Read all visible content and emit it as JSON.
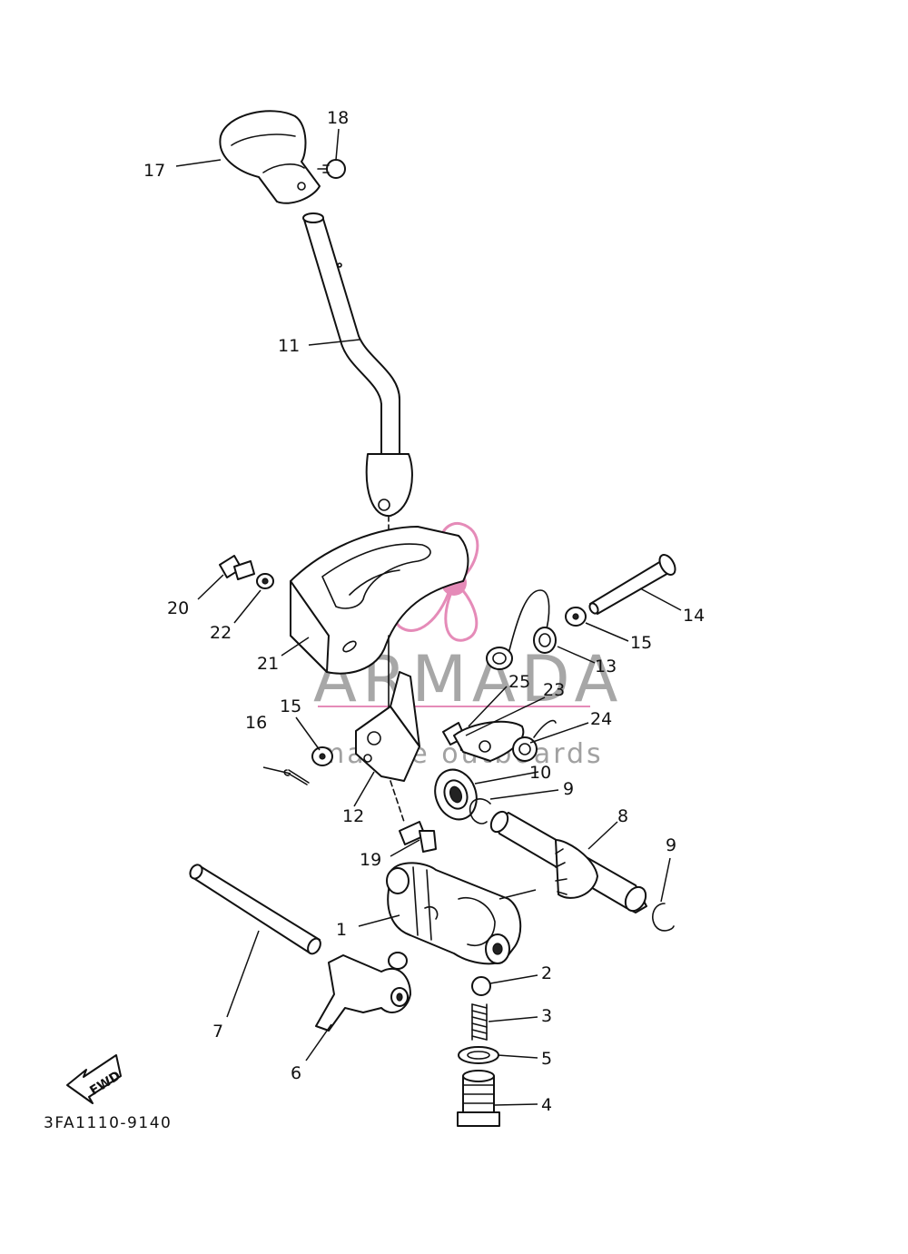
{
  "diagram_code": "3FA1110-9140",
  "fwd_label": "FWD",
  "watermark": {
    "brand": "ARMADA",
    "tagline": "marine outboards",
    "accent_color": "#e58bb8",
    "text_color": "#8a8a8a"
  },
  "callouts": [
    {
      "id": "p1",
      "text": "1"
    },
    {
      "id": "p2",
      "text": "2"
    },
    {
      "id": "p3",
      "text": "3"
    },
    {
      "id": "p4",
      "text": "4"
    },
    {
      "id": "p5",
      "text": "5"
    },
    {
      "id": "p6",
      "text": "6"
    },
    {
      "id": "p7",
      "text": "7"
    },
    {
      "id": "p8",
      "text": "8"
    },
    {
      "id": "p9a",
      "text": "9"
    },
    {
      "id": "p9b",
      "text": "9"
    },
    {
      "id": "p10",
      "text": "10"
    },
    {
      "id": "p11",
      "text": "11"
    },
    {
      "id": "p12",
      "text": "12"
    },
    {
      "id": "p13",
      "text": "13"
    },
    {
      "id": "p14",
      "text": "14"
    },
    {
      "id": "p15a",
      "text": "15"
    },
    {
      "id": "p15b",
      "text": "15"
    },
    {
      "id": "p16",
      "text": "16"
    },
    {
      "id": "p17",
      "text": "17"
    },
    {
      "id": "p18",
      "text": "18"
    },
    {
      "id": "p19",
      "text": "19"
    },
    {
      "id": "p20",
      "text": "20"
    },
    {
      "id": "p21",
      "text": "21"
    },
    {
      "id": "p22",
      "text": "22"
    },
    {
      "id": "p23",
      "text": "23"
    },
    {
      "id": "p24",
      "text": "24"
    },
    {
      "id": "p25",
      "text": "25"
    }
  ]
}
